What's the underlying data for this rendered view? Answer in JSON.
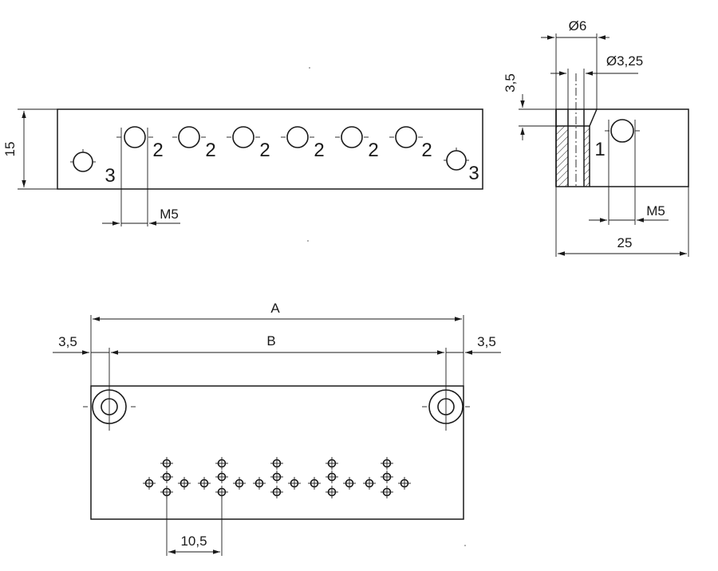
{
  "front_view": {
    "height_dim": "15",
    "port_labels": [
      "3",
      "2",
      "2",
      "2",
      "2",
      "2",
      "2",
      "3"
    ],
    "thread_dim": "M5"
  },
  "side_view": {
    "counterbore_dim": "Ø6",
    "bore_dim": "Ø3,25",
    "depth_dim": "3,5",
    "port_label": "1",
    "thread_dim": "M5",
    "width_dim": "25"
  },
  "top_view": {
    "overall_length_dim": "A",
    "hole_spacing_dim": "B",
    "left_offset_dim": "3,5",
    "right_offset_dim": "3,5",
    "pitch_dim": "10,5"
  }
}
